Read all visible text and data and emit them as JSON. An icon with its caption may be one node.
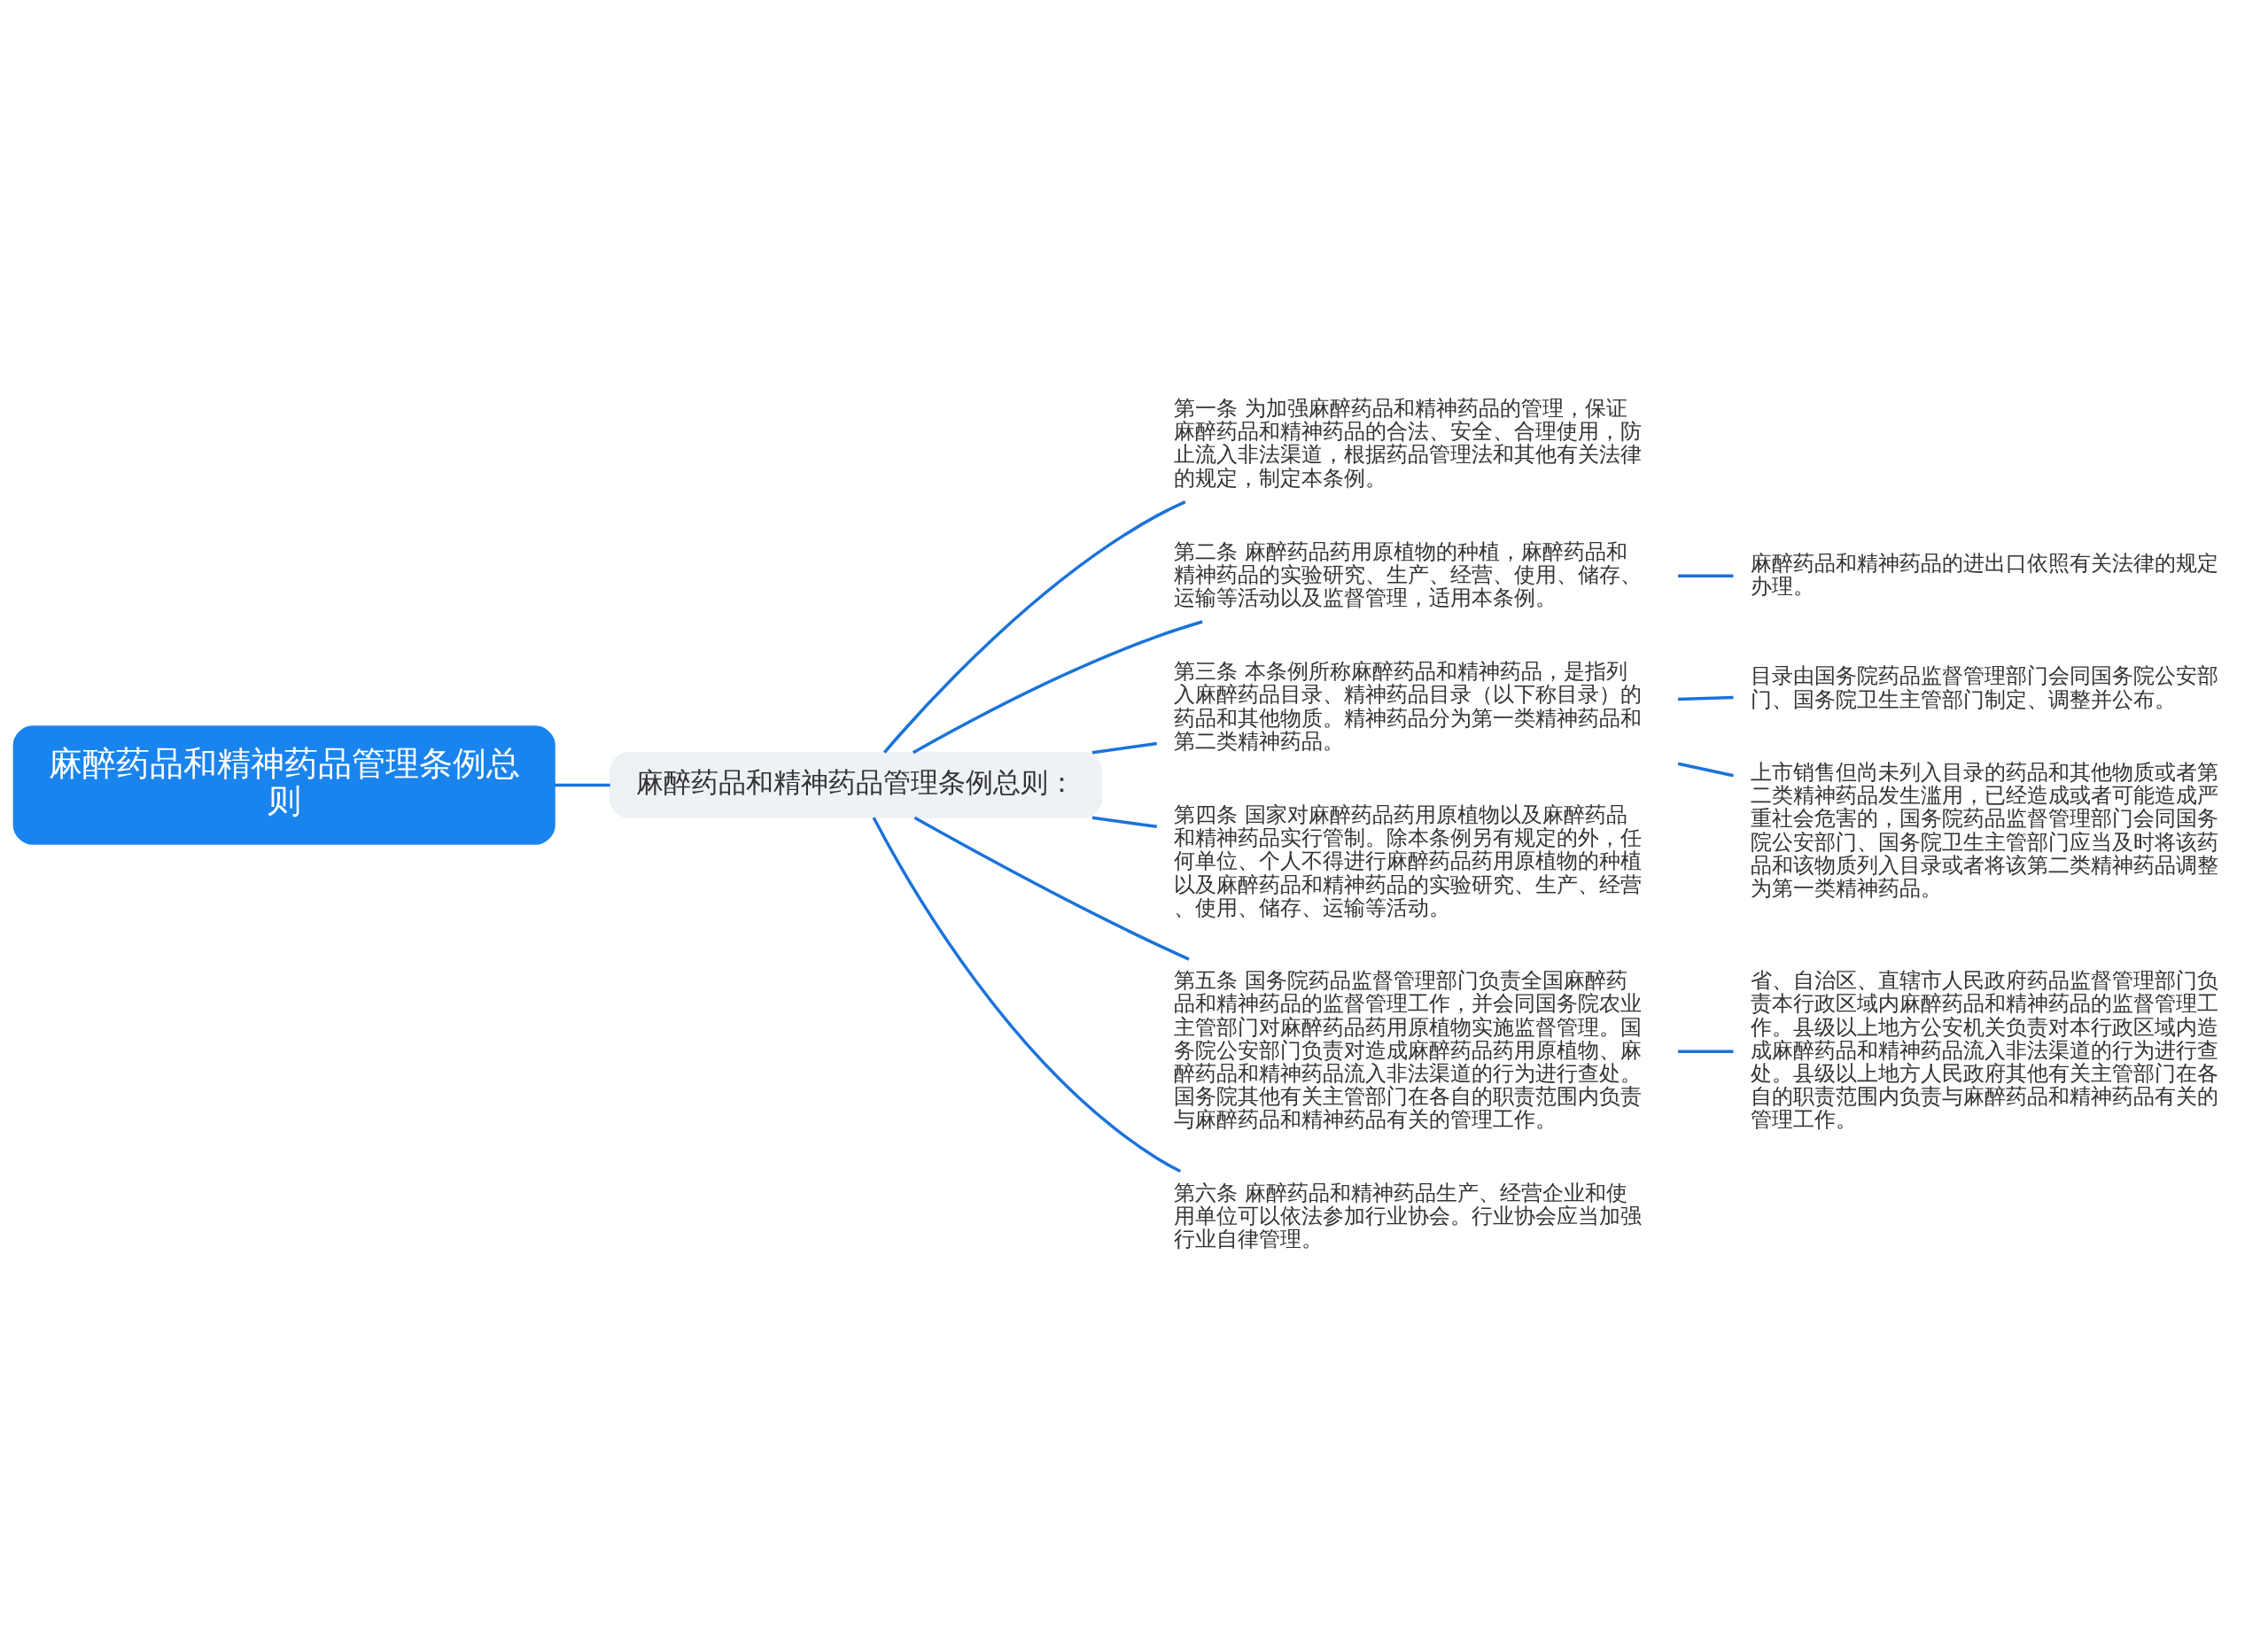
{
  "diagram": {
    "nodes": [
      {
        "text": [
          "麻醉药品和精神药品管理条例总则"
        ]
      },
      {
        "text": [
          "麻醉药品和精神药品管理条例总则："
        ]
      },
      {
        "text": [
          "第一条 为加强麻醉药品和精神药品的管理，保证麻醉药品和精神药品的合法、安全、合理使用，防止流入非法渠道，根据药品管理法和其他有关法律的规定，制定本条例。"
        ]
      },
      {
        "text": [
          "第二条 麻醉药品药用原植物的种植，麻醉药品和精神药品的实验研究、生产、经营、使用、储存、运输等活动以及监督管理，适用本条例。"
        ]
      },
      {
        "text": [
          "麻醉药品和精神药品的进出口依照有关法律的规定办理。"
        ]
      },
      {
        "text": [
          "第三条 本条例所称麻醉药品和精神药品，是指列入麻醉药品目录、精神药品目录（以下称目录）的药品和其他物质。精神药品分为第一类精神药品和第二类精神药品。"
        ]
      },
      {
        "text": [
          "目录由国务院药品监督管理部门会同国务院公安部门、国务院卫生主管部门制定、调整并公布。"
        ]
      },
      {
        "text": [
          "上市销售但尚未列入目录的药品和其他物质或者第二类精神药品发生滥用，已经造成或者可能造成严重社会危害的，国务院药品监督管理部门会同国务院公安部门、国务院卫生主管部门应当及时将该药品和该物质列入目录或者将该第二类精神药品调整为第一类精神药品。"
        ]
      },
      {
        "text": [
          "第四条 国家对麻醉药品药用原植物以及麻醉药品和精神药品实行管制。除本条例另有规定的外，任何单位、个人不得进行麻醉药品药用原植物的种植以及麻醉药品和精神药品的实验研究、生产、经营、使用、储存、运输等活动。"
        ]
      },
      {
        "text": [
          "第五条 国务院药品监督管理部门负责全国麻醉药品和精神药品的监督管理工作，并会同国务院农业主管部门对麻醉药品药用原植物实施监督管理。国务院公安部门负责对造成麻醉药品药用原植物、麻醉药品和精神药品流入非法渠道的行为进行查处。国务院其他有关主管部门在各自的职责范围内负责与麻醉药品和精神药品有关的管理工作。"
        ]
      },
      {
        "text": [
          "省、自治区、直辖市人民政府药品监督管理部门负责本行政区域内麻醉药品和精神药品的监督管理工作。县级以上地方公安机关负责对本行政区域内造成麻醉药品和精神药品流入非法渠道的行为进行查处。县级以上地方人民政府其他有关主管部门在各自的职责范围内负责与麻醉药品和精神药品有关的管理工作。"
        ]
      },
      {
        "text": [
          "第六条 麻醉药品和精神药品生产、经营企业和使用单位可以依法参加行业协会。行业协会应当加强行业自律管理。"
        ]
      }
    ],
    "edges": [
      {
        "from": 0,
        "to": 1,
        "arrow": "none"
      },
      {
        "from": 1,
        "to": 2,
        "arrow": "none"
      },
      {
        "from": 1,
        "to": 3,
        "arrow": "none"
      },
      {
        "from": 3,
        "to": 4,
        "arrow": "none"
      },
      {
        "from": 1,
        "to": 5,
        "arrow": "none"
      },
      {
        "from": 5,
        "to": 6,
        "arrow": "none"
      },
      {
        "from": 5,
        "to": 7,
        "arrow": "none"
      },
      {
        "from": 1,
        "to": 8,
        "arrow": "none"
      },
      {
        "from": 1,
        "to": 9,
        "arrow": "none"
      },
      {
        "from": 9,
        "to": 10,
        "arrow": "none"
      },
      {
        "from": 1,
        "to": 11,
        "arrow": "none"
      }
    ]
  }
}
